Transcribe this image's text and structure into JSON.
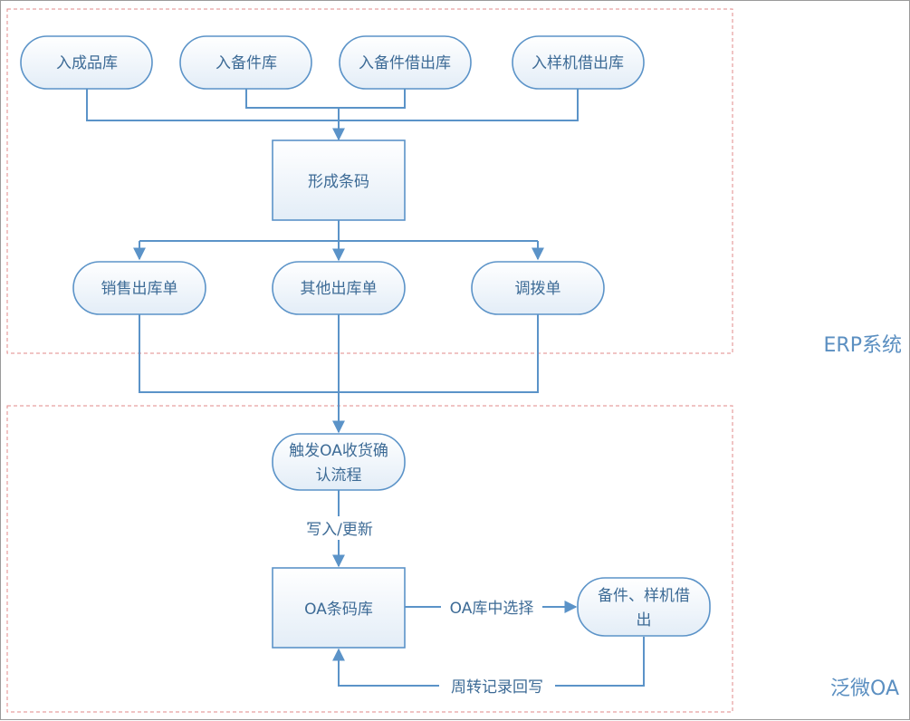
{
  "regions": {
    "erp": "ERP系统",
    "oa": "泛微OA"
  },
  "nodes": {
    "in_finished": "入成品库",
    "in_spare": "入备件库",
    "in_spare_loan": "入备件借出库",
    "in_sample_loan": "入样机借出库",
    "barcode": "形成条码",
    "sales_out": "销售出库单",
    "other_out": "其他出库单",
    "transfer": "调拨单",
    "trigger_line1": "触发OA收货确",
    "trigger_line2": "认流程",
    "oa_barcode": "OA条码库",
    "loan_line1": "备件、样机借",
    "loan_line2": "出"
  },
  "edges": {
    "write_update": "写入/更新",
    "select_from_oa": "OA库中选择",
    "writeback": "周转记录回写"
  },
  "colors": {
    "node_stroke": "#5b93c8",
    "node_fill_top": "#ffffff",
    "node_fill_bottom": "#e3edf7",
    "text": "#3d6b96",
    "region_border": "#e08a8a"
  }
}
